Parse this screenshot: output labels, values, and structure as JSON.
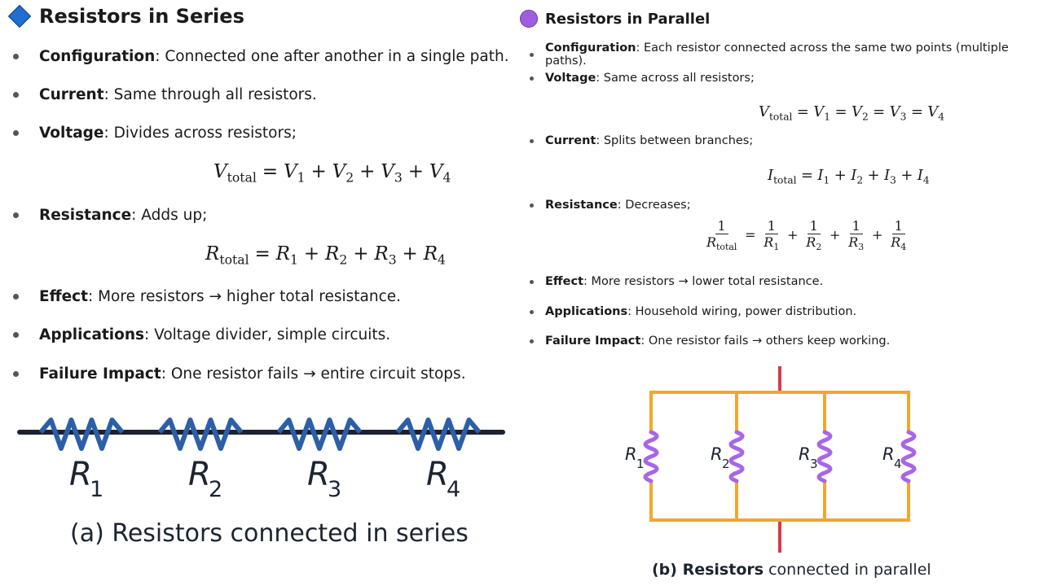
{
  "series": {
    "title": "Resistors in Series",
    "icon": "blue-diamond",
    "bullets": [
      {
        "label": "Configuration",
        "text": ": Connected one after another in a single path."
      },
      {
        "label": "Current",
        "text": ": Same through all resistors."
      },
      {
        "label": "Voltage",
        "text": ": Divides across resistors;"
      },
      {
        "label": "Resistance",
        "text": ": Adds up;"
      },
      {
        "label": "Effect",
        "text": ": More resistors → higher total resistance."
      },
      {
        "label": "Applications",
        "text": ": Voltage divider, simple circuits."
      },
      {
        "label": "Failure Impact",
        "text": ": One resistor fails → entire circuit stops."
      }
    ],
    "formulas": [
      {
        "sym": "V",
        "lhs_sub": "total",
        "eq": "=",
        "op": "+",
        "terms": [
          "1",
          "2",
          "3",
          "4"
        ]
      },
      {
        "sym": "R",
        "lhs_sub": "total",
        "eq": "=",
        "op": "+",
        "terms": [
          "1",
          "2",
          "3",
          "4"
        ]
      }
    ],
    "diagram": {
      "labels": [
        {
          "sym": "R",
          "sub": "1"
        },
        {
          "sym": "R",
          "sub": "2"
        },
        {
          "sym": "R",
          "sub": "3"
        },
        {
          "sym": "R",
          "sub": "4"
        }
      ],
      "caption": "(a)  Resistors connected in series",
      "wire_color": "#1e2230",
      "resistor_color": "#2c5fa8"
    }
  },
  "parallel": {
    "title": "Resistors in Parallel",
    "icon": "purple-circle",
    "bullets": [
      {
        "label": "Configuration",
        "text": ": Each resistor connected across the same two points (multiple paths)."
      },
      {
        "label": "Voltage",
        "text": ": Same across all resistors;"
      },
      {
        "label": "Current",
        "text": ": Splits between branches;"
      },
      {
        "label": "Resistance",
        "text": ": Decreases;"
      },
      {
        "label": "Effect",
        "text": ": More resistors → lower total resistance."
      },
      {
        "label": "Applications",
        "text": ": Household wiring, power distribution."
      },
      {
        "label": "Failure Impact",
        "text": ": One resistor fails → others keep working."
      }
    ],
    "formulas": [
      {
        "sym": "V",
        "lhs_sub": "total",
        "eq": "=",
        "op": "=",
        "terms": [
          "1",
          "2",
          "3",
          "4"
        ]
      },
      {
        "sym": "I",
        "lhs_sub": "total",
        "eq": "=",
        "op": "+",
        "terms": [
          "1",
          "2",
          "3",
          "4"
        ]
      },
      {
        "sym": "R",
        "lhs_sub": "total",
        "eq": "=",
        "op": "+",
        "terms": [
          "1",
          "2",
          "3",
          "4"
        ],
        "numerator": "1"
      }
    ],
    "diagram": {
      "labels": [
        {
          "sym": "R",
          "sub": "1"
        },
        {
          "sym": "R",
          "sub": "2"
        },
        {
          "sym": "R",
          "sub": "3"
        },
        {
          "sym": "R",
          "sub": "4"
        }
      ],
      "caption_bold": "(b) Resistors",
      "caption_rest": " connected in parallel",
      "wire_color": "#f0a82c",
      "lead_color": "#d63a4a",
      "resistor_color": "#a965e8"
    }
  }
}
